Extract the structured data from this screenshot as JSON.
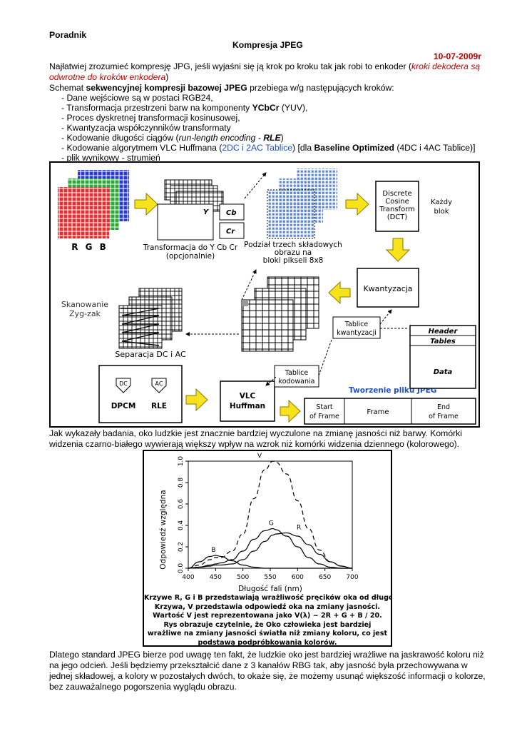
{
  "header": {
    "section": "Poradnik",
    "title": "Kompresja JPEG",
    "date": "10-07-2009r"
  },
  "intro": {
    "p1_a": "Najłatwiej zrozumieć kompresję JPG, jeśli wyjaśni się ją krok po kroku tak jak robi to enkoder (",
    "p1_red_a": "kroki dekodera są",
    "p1_red_b": "odwrotne do kroków enkodera",
    "p1_close": ")",
    "p2_a": "Schemat ",
    "p2_bold": "sekwencyjnej kompresji bazowej JPEG",
    "p2_b": " przebiega w/g następujących kroków:"
  },
  "steps": {
    "s1": "- Dane wejściowe są w postaci RGB24,",
    "s2_a": "- Transformacja przestrzeni barw na komponenty ",
    "s2_bold": "YCbCr",
    "s2_b": " (YUV),",
    "s3": "- Proces dyskretnej transformacji kosinusowej,",
    "s4": "- Kwantyzacja współczynników transformaty",
    "s5_a": "- Kodowanie długości ciągów (",
    "s5_i": "run-length encoding",
    "s5_dash": " - ",
    "s5_bi": "RLE",
    "s5_b": ")",
    "s6_a": "- Kodowanie algorytmem VLC Huffmana (",
    "s6_blue": "2DC i 2AC Tablice",
    "s6_b": ") [dla ",
    "s6_bold": "Baseline Optimized",
    "s6_c": " (4DC i 4AC Tablice)]",
    "s7": "- plik wynikowy - strumień"
  },
  "diagram": {
    "rgb": "R G B",
    "y": "Y",
    "cb": "Cb",
    "cr": "Cr",
    "transform_1": "Transformacja do Y Cb Cr",
    "transform_2": "(opcjonalnie)",
    "split_1": "Podział trzech składowych",
    "split_2": "obrazu na",
    "split_3": "bloki pikseli 8x8",
    "dct_1": "Discrete",
    "dct_2": "Cosine",
    "dct_3": "Transform",
    "dct_4": "(DCT)",
    "each_1": "Każdy",
    "each_2": "blok",
    "quant": "Kwantyzacja",
    "qtable_1": "Tablice",
    "qtable_2": "kwantyzacji",
    "zigzag_1": "Skanowanie",
    "zigzag_2": "Zyg-zak",
    "sep": "Separacja DC i AC",
    "dc": "DC",
    "ac": "AC",
    "dpcm": "DPCM",
    "rle": "RLE",
    "vlc_1": "VLC",
    "vlc_2": "Huffman",
    "ctable_1": "Tablice",
    "ctable_2": "kodowania",
    "file_title": "Tworzenie pliku JPEG",
    "hdr": "Header",
    "tables": "Tables",
    "data": "Data",
    "sof_1": "Start",
    "sof_2": "of Frame",
    "frame": "Frame",
    "eof_1": "End",
    "eof_2": "of Frame"
  },
  "vision": {
    "l1": "Jak wykazały badania, oko ludzkie jest znacznie bardziej wyczulone na zmianę jasności niż barwy. Komórki",
    "l2": "widzenia czarno-białego wywierają większy wpływ na wzrok niż komórki widzenia dziennego (kolorowego)."
  },
  "chart_data": {
    "type": "line",
    "xlabel": "Długość fali (nm)",
    "ylabel": "Odpowiedź względna",
    "xlim": [
      400,
      700
    ],
    "ylim": [
      0,
      1.0
    ],
    "xticks": [
      "400",
      "450",
      "500",
      "550",
      "600",
      "650",
      "700"
    ],
    "yticks": [
      "0.0",
      "0.2",
      "0.4",
      "0.6",
      "0.8",
      "1.0"
    ],
    "x": [
      400,
      420,
      440,
      450,
      460,
      480,
      500,
      520,
      540,
      555,
      560,
      580,
      600,
      620,
      640,
      660,
      680,
      700
    ],
    "series": [
      {
        "name": "V",
        "style": "dashed",
        "values": [
          0.0,
          0.03,
          0.08,
          0.1,
          0.1,
          0.16,
          0.32,
          0.65,
          0.92,
          1.0,
          0.99,
          0.88,
          0.63,
          0.37,
          0.17,
          0.06,
          0.02,
          0.0
        ]
      },
      {
        "name": "G",
        "style": "solid",
        "values": [
          0.0,
          0.01,
          0.03,
          0.04,
          0.05,
          0.08,
          0.16,
          0.27,
          0.35,
          0.37,
          0.36,
          0.3,
          0.2,
          0.1,
          0.04,
          0.01,
          0.0,
          0.0
        ]
      },
      {
        "name": "R",
        "style": "solid",
        "values": [
          0.0,
          0.01,
          0.02,
          0.03,
          0.03,
          0.04,
          0.08,
          0.16,
          0.25,
          0.31,
          0.32,
          0.33,
          0.3,
          0.22,
          0.13,
          0.06,
          0.02,
          0.0
        ]
      },
      {
        "name": "B",
        "style": "solid",
        "values": [
          0.0,
          0.06,
          0.11,
          0.12,
          0.11,
          0.07,
          0.03,
          0.01,
          0.0,
          0.0,
          0.0,
          0.0,
          0.0,
          0.0,
          0.0,
          0.0,
          0.0,
          0.0
        ]
      }
    ]
  },
  "chart_caption": {
    "l1": "Krzywe R, G i B przedstawiają wrażliwość pręcików oka od długości fali.",
    "l2": "Krzywa, V przedstawia odpowiedź oka na zmiany jasności.",
    "l3": "Wartość V jest reprezentowana jako V(λ) ~ 2R + G + B / 20.",
    "l4": "Rys obrazuje czytelnie, że Oko człowieka jest bardziej",
    "l5": "wrażliwe na zmiany jasności światła niż zmiany koloru, co jest",
    "l6": "podstawą podpróbkowania kolorów."
  },
  "conclusion": {
    "l1": "Dlatego standard JPEG bierze pod uwagę ten fakt, że ludzkie oko jest bardziej wrażliwe na jaskrawość koloru niż",
    "l2": "na jego odcień. Jeśli będziemy przekształcić dane z 3 kanałów RBG tak, aby jasność była przechowywana w",
    "l3": "jednej składowej, a kolory w pozostałych dwóch, to okaże się, że możemy usunąć większość informacji o kolorze,",
    "l4": "bez zauważalnego pogorszenia wyglądu obrazu."
  },
  "colors": {
    "date": "#c00000",
    "note_red": "#c00000",
    "note_blue": "#1f4fd0",
    "arrow_yellow": "#f7e31b",
    "rgb_red": "#e03030",
    "rgb_green": "#2fa83a",
    "rgb_blue": "#2a3bd0",
    "block_blue": "#5c86d8"
  }
}
